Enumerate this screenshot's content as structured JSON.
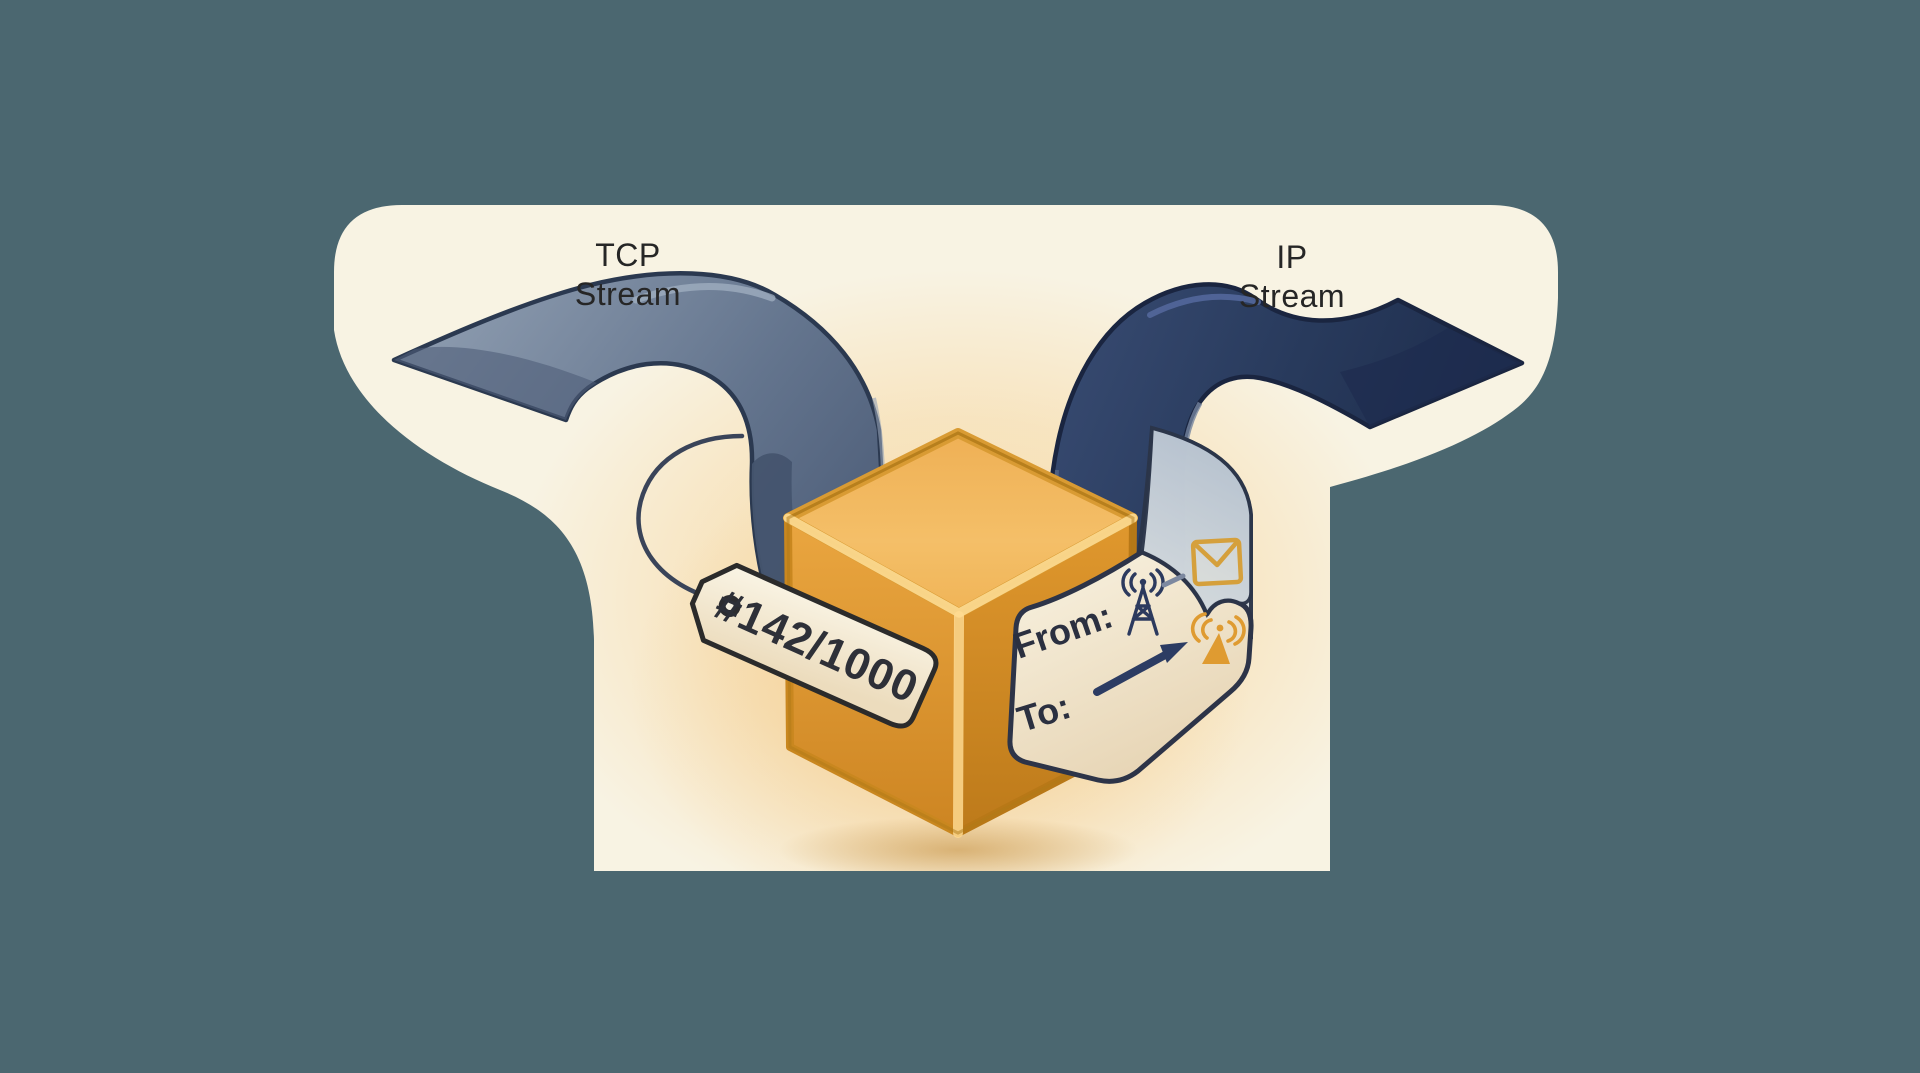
{
  "illustration": {
    "labels": {
      "tcp": {
        "line1": "TCP",
        "line2": "Stream"
      },
      "ip": {
        "line1": "IP",
        "line2": "Stream"
      }
    },
    "tag": {
      "text": "#142/1000"
    },
    "panel": {
      "from_label": "From:",
      "to_label": "To:"
    },
    "icons": {
      "from": "radio-tower-icon",
      "to": "antenna-icon",
      "message": "envelope-icon",
      "direction": "arrow-right-icon"
    },
    "colors": {
      "surround": "#4b6770",
      "canvas": "#f8f3e3",
      "tcp_ribbon": "#76869c",
      "ip_ribbon": "#2d3f63",
      "packet_orange": "#e8a43c",
      "glow": "#f7c87a",
      "ink": "#2b3040",
      "accent_orange": "#df9b31"
    }
  }
}
